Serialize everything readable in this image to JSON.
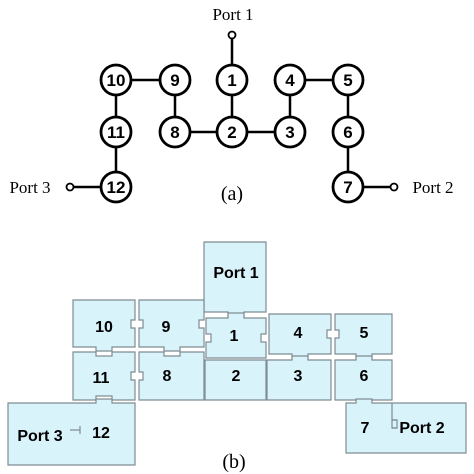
{
  "schematic": {
    "caption": "(a)",
    "ports": {
      "p1": "Port 1",
      "p2": "Port 2",
      "p3": "Port 3"
    },
    "nodes": {
      "n1": "1",
      "n2": "2",
      "n3": "3",
      "n4": "4",
      "n5": "5",
      "n6": "6",
      "n7": "7",
      "n8": "8",
      "n9": "9",
      "n10": "10",
      "n11": "11",
      "n12": "12"
    }
  },
  "layout": {
    "caption": "(b)",
    "ports": {
      "p1": "Port 1",
      "p2": "Port 2",
      "p3": "Port 3"
    },
    "cells": {
      "c1": "1",
      "c2": "2",
      "c3": "3",
      "c4": "4",
      "c5": "5",
      "c6": "6",
      "c7": "7",
      "c8": "8",
      "c9": "9",
      "c10": "10",
      "c11": "11",
      "c12": "12"
    },
    "fill_color": "#d9f3fb",
    "stroke_color": "#7f8c92"
  }
}
